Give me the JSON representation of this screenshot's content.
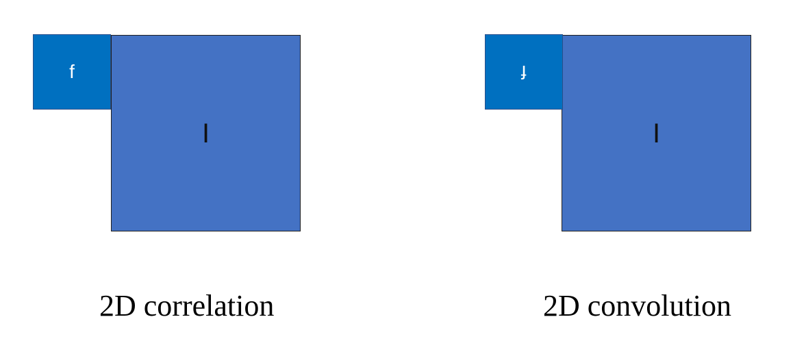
{
  "colors": {
    "image_fill": "#4472c4",
    "filter_fill": "#0070c0",
    "filter_text": "#ffffff",
    "image_text": "#111111"
  },
  "panels": [
    {
      "filter_label": "f",
      "filter_orientation": "normal",
      "image_label": "I",
      "caption": "2D correlation"
    },
    {
      "filter_label": "f",
      "filter_orientation": "rotated-180",
      "image_label": "I",
      "caption": "2D convolution"
    }
  ]
}
